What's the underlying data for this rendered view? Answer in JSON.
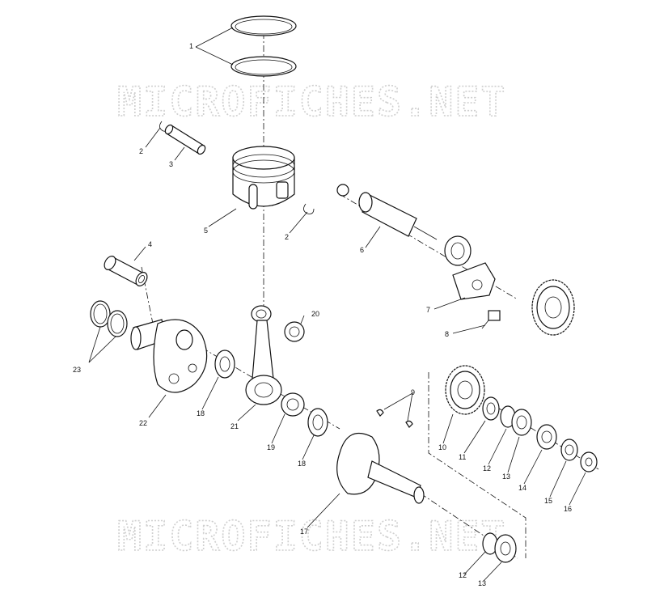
{
  "watermark": {
    "text": "MICROFICHES.NET"
  },
  "callouts": {
    "c1": "1",
    "c2a": "2",
    "c2b": "2",
    "c3": "3",
    "c4": "4",
    "c5": "5",
    "c6": "6",
    "c7": "7",
    "c8": "8",
    "c9": "9",
    "c10": "10",
    "c11": "11",
    "c12a": "12",
    "c12b": "12",
    "c13a": "13",
    "c13b": "13",
    "c14": "14",
    "c15": "15",
    "c16": "16",
    "c17": "17",
    "c18a": "18",
    "c18b": "18",
    "c19": "19",
    "c20": "20",
    "c21": "21",
    "c22": "22",
    "c23": "23"
  }
}
